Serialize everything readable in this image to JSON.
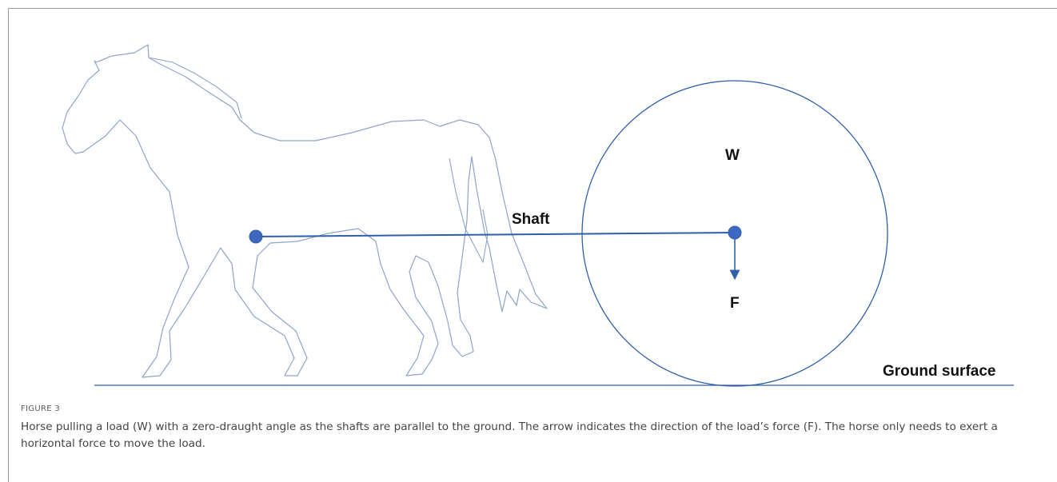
{
  "diagram": {
    "labels": {
      "shaft": "Shaft",
      "weight": "W",
      "force": "F",
      "ground": "Ground surface"
    },
    "colors": {
      "line": "#2e5fa8",
      "dot": "#3d68c2",
      "outline": "#8ea3cc",
      "ground": "#2e5fa8",
      "text": "#111111"
    }
  },
  "caption": {
    "label": "FIGURE 3",
    "text": "Horse pulling a load (W) with a zero-draught angle as the shafts are parallel to the ground. The arrow indicates the direction of the load’s force (F). The horse only needs to exert a horizontal force to move the load."
  }
}
